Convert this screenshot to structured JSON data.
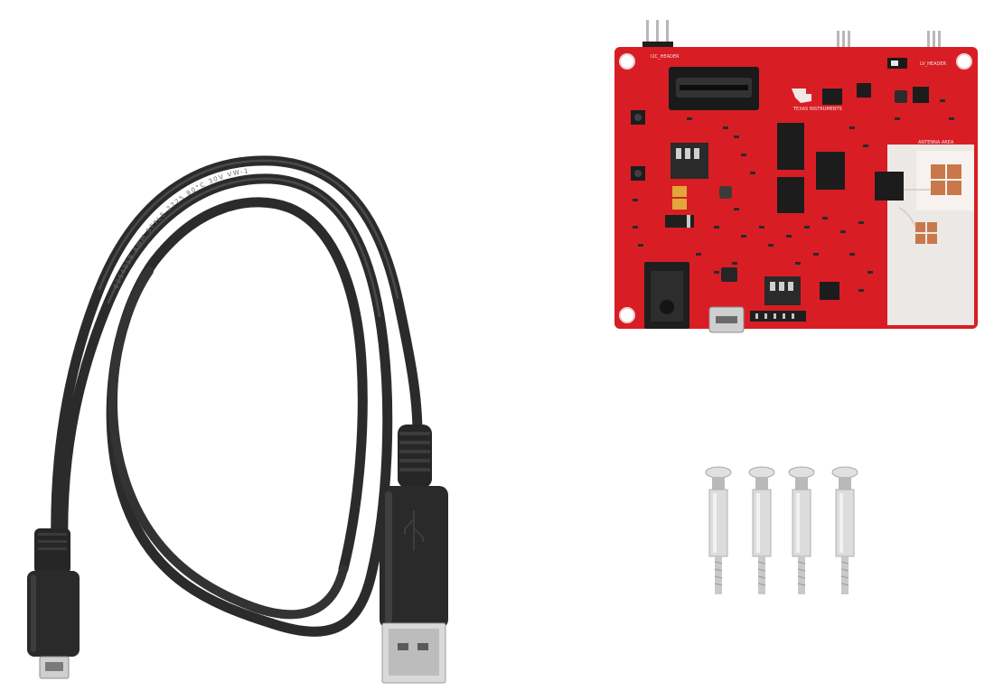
{
  "image": {
    "subject": "usb-cable-pcb-board-standoffs",
    "colors": {
      "background": "#ffffff",
      "pcb": "#d81e24",
      "pcb_dark": "#a5121a",
      "silkscreen": "#f3e6e6",
      "cable": "#2b2b2b",
      "cable_highlight": "#4a4a4a",
      "metal": "#d8d8d8",
      "metal_dark": "#9a9a9a",
      "chip": "#1c1c1c",
      "antenna_pad": "#c8784a",
      "antenna_area": "#ece8e6"
    }
  },
  "board": {
    "label_top_left": "I2C_HEADER",
    "label_top_right": "LV_HEADER",
    "label_antenna": "ANTENNA AREA"
  },
  "cable": {
    "jacket_text": "E254059 AWM STYLE 2725 80°C 30V VW-1"
  }
}
